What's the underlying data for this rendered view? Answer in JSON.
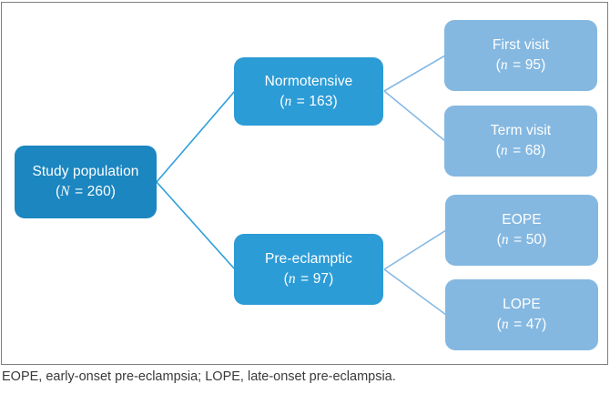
{
  "caption": "EOPE, early-onset pre-eclampsia; LOPE, late-onset pre-eclampsia.",
  "format": {
    "open_paren": "(",
    "equals": " = ",
    "close_paren": ")"
  },
  "colors": {
    "root_box": "#1b86c0",
    "mid_box": "#2c9cd6",
    "leaf_box": "#84b8e1",
    "connector_left": "#2e9fd9",
    "connector_right": "#86b9e4",
    "frame_border": "#7f7f7f",
    "caption_text": "#3a3a3a"
  },
  "nodes": {
    "root": {
      "label": "Study population",
      "stat_var": "N",
      "stat_value": "260"
    },
    "normotensive": {
      "label": "Normotensive",
      "stat_var": "n",
      "stat_value": "163"
    },
    "preeclamptic": {
      "label": "Pre-eclamptic",
      "stat_var": "n",
      "stat_value": "97"
    },
    "first_visit": {
      "label": "First visit",
      "stat_var": "n",
      "stat_value": "95"
    },
    "term_visit": {
      "label": "Term visit",
      "stat_var": "n",
      "stat_value": "68"
    },
    "eope": {
      "label": "EOPE",
      "stat_var": "n",
      "stat_value": "50"
    },
    "lope": {
      "label": "LOPE",
      "stat_var": "n",
      "stat_value": "47"
    }
  }
}
